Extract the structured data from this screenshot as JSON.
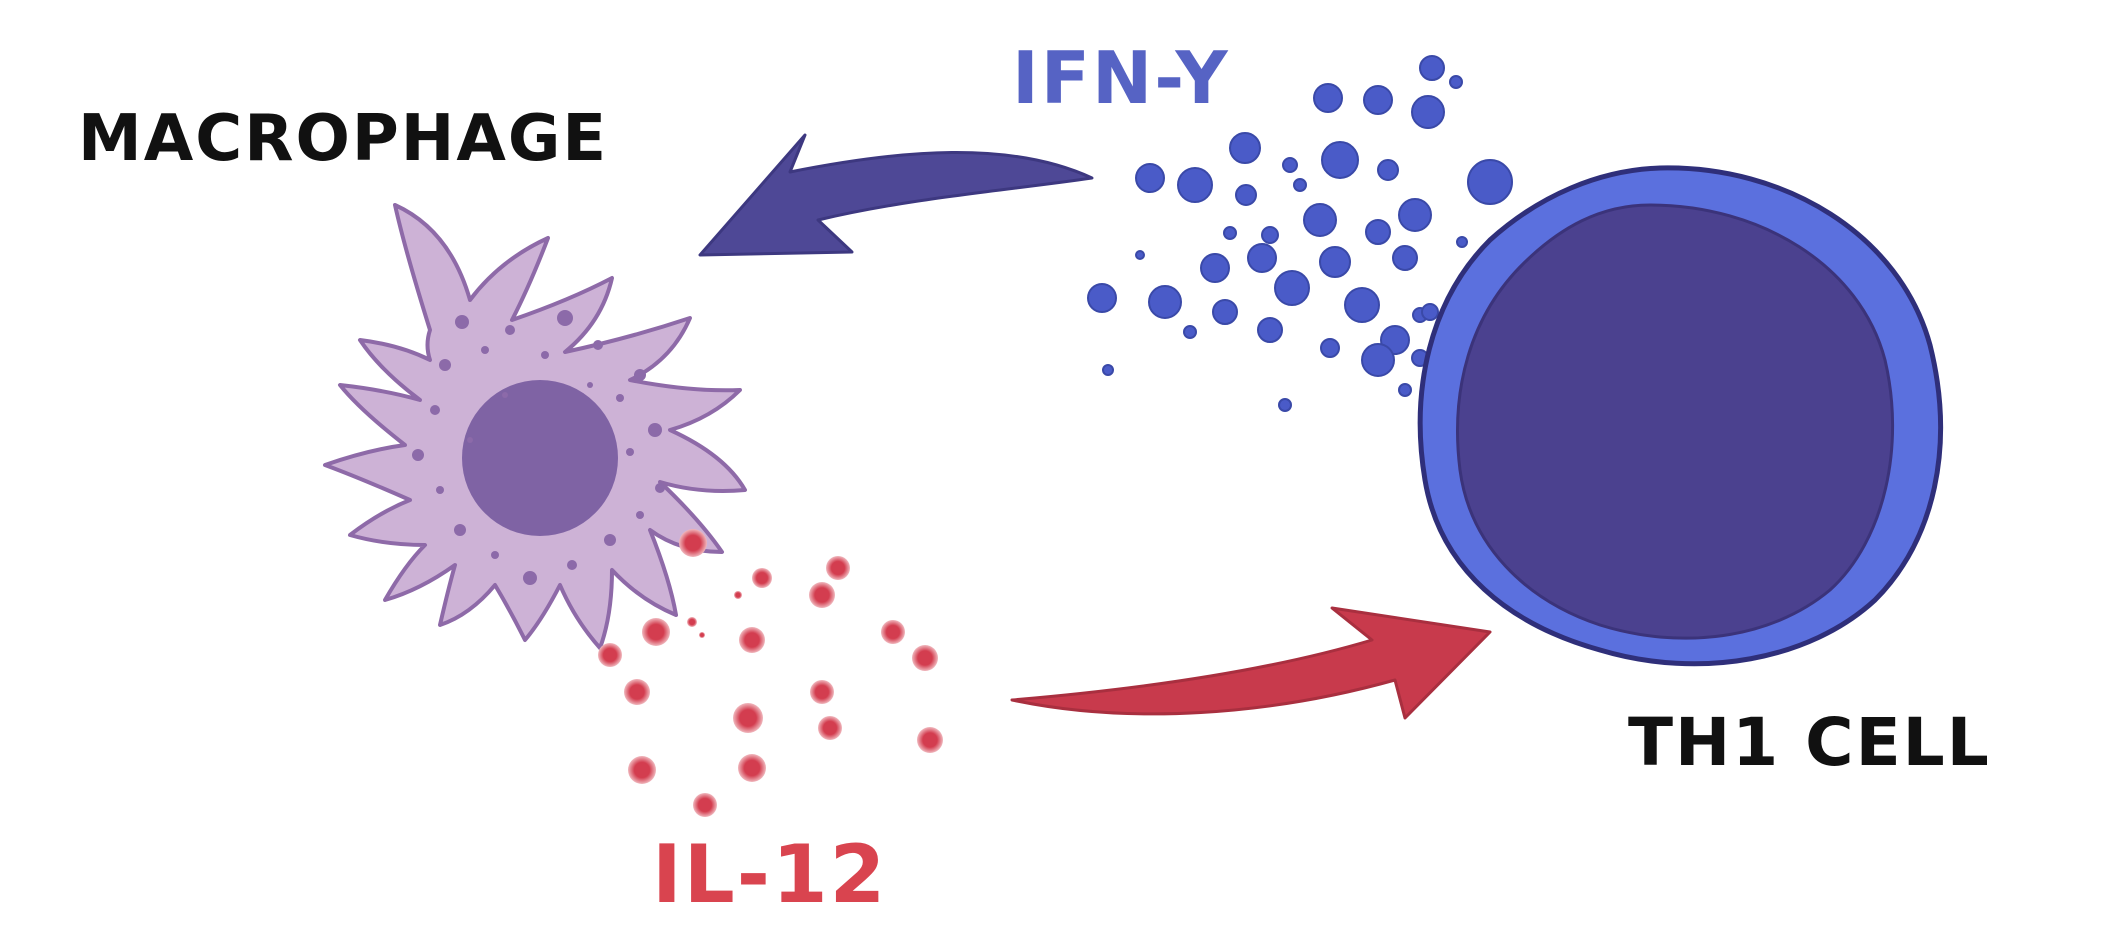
{
  "labels": {
    "macrophage": "MACROPHAGE",
    "ifn": "IFN-Y",
    "il12": "IL-12",
    "th1": "TH1 CELL"
  },
  "colors": {
    "background": "#ffffff",
    "label_text": "#111111",
    "ifn_label": "#5663c4",
    "il12_label": "#d9444f",
    "macrophage_body": "#cdb2d6",
    "macrophage_outline": "#8e6aa8",
    "macrophage_nucleus": "#7f63a4",
    "macrophage_granules": "#8c6aa9",
    "ifn_dots": "#4a5bc8",
    "ifn_arrow": "#4e4896",
    "il12_dots": "#d33d4f",
    "il12_arrow": "#c83a4c",
    "th1_outer": "#5b70de",
    "th1_inner": "#4b418f",
    "th1_outline": "#2f2f7a"
  },
  "elements": {
    "macrophage": "macrophage-cell",
    "th1": "th1-cell",
    "ifn_arrow": "arrow from IFN-Y to MACROPHAGE",
    "il12_arrow": "arrow from IL-12 to TH1 CELL"
  }
}
